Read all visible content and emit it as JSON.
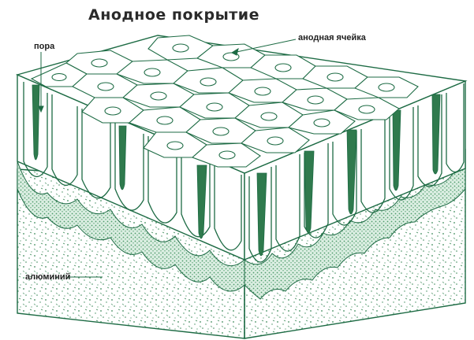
{
  "title": "Анодное покрытие",
  "labels": {
    "pore": "пора",
    "anodic_cell": "анодная ячейка",
    "aluminum": "алюминий"
  },
  "colors": {
    "line": "#1d6b44",
    "pore_fill": "#2f7a4d",
    "barrier": "#8fbf9f",
    "metal_speckle": "#3d8a5a",
    "title": "#2a2a2a"
  }
}
